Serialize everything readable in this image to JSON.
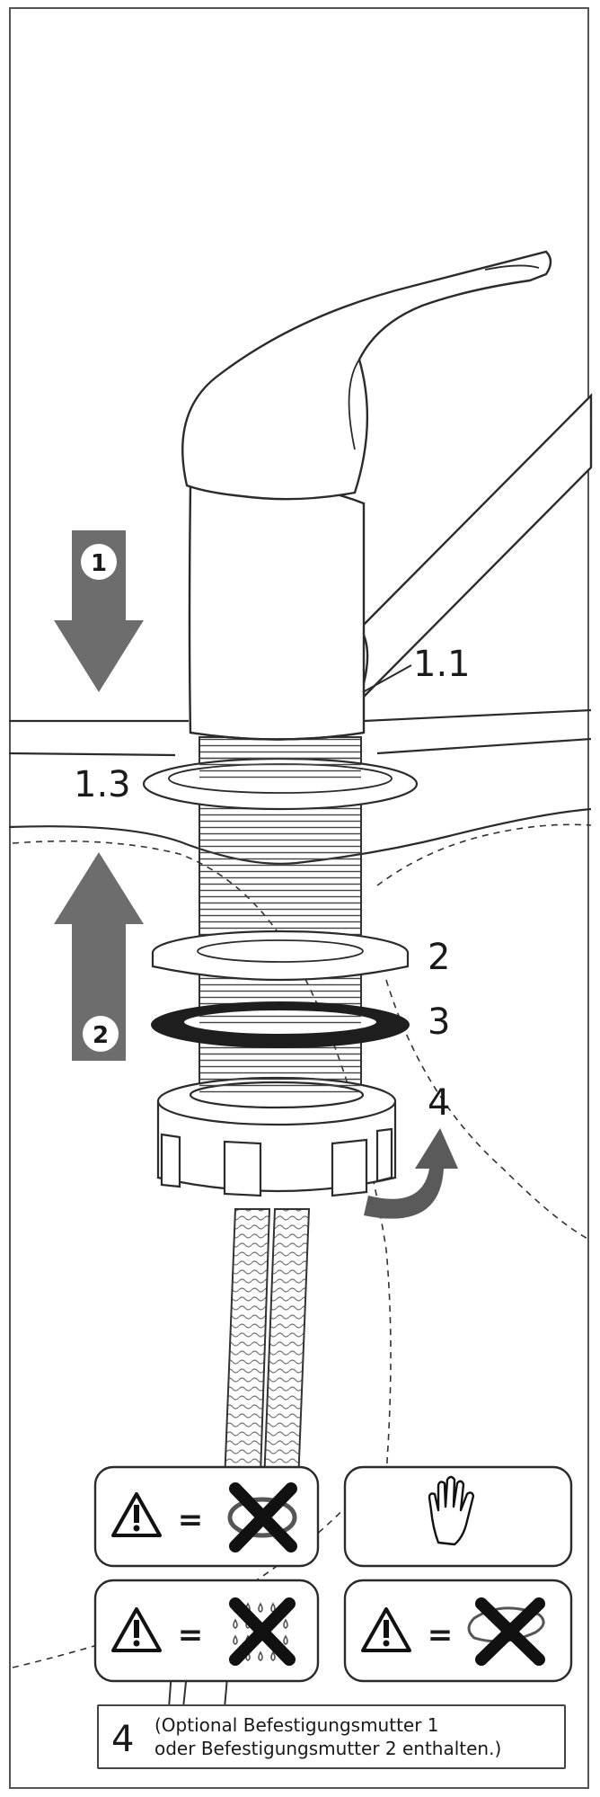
{
  "colors": {
    "arrow": "#6d6d6d",
    "line": "#2b2b2b",
    "washer_dark": "#1e1e1e",
    "rotate_arrow": "#5a5a5a"
  },
  "labels": {
    "part_1_1": "1.1",
    "part_1_3": "1.3",
    "part_2": "2",
    "part_3": "3",
    "part_4": "4"
  },
  "steps": {
    "step_1": "1",
    "step_2": "2"
  },
  "warnings": {
    "equals": "=",
    "icons": [
      "warning-triangle-icon",
      "crossed-out-rotate-icon",
      "hand-icon",
      "crossed-out-water-drops-icon",
      "crossed-out-twist-hose-icon"
    ]
  },
  "note": {
    "number": "4",
    "line1": "(Optional Befestigungsmutter 1",
    "line2": "oder Befestigungsmutter 2 enthalten.)"
  }
}
